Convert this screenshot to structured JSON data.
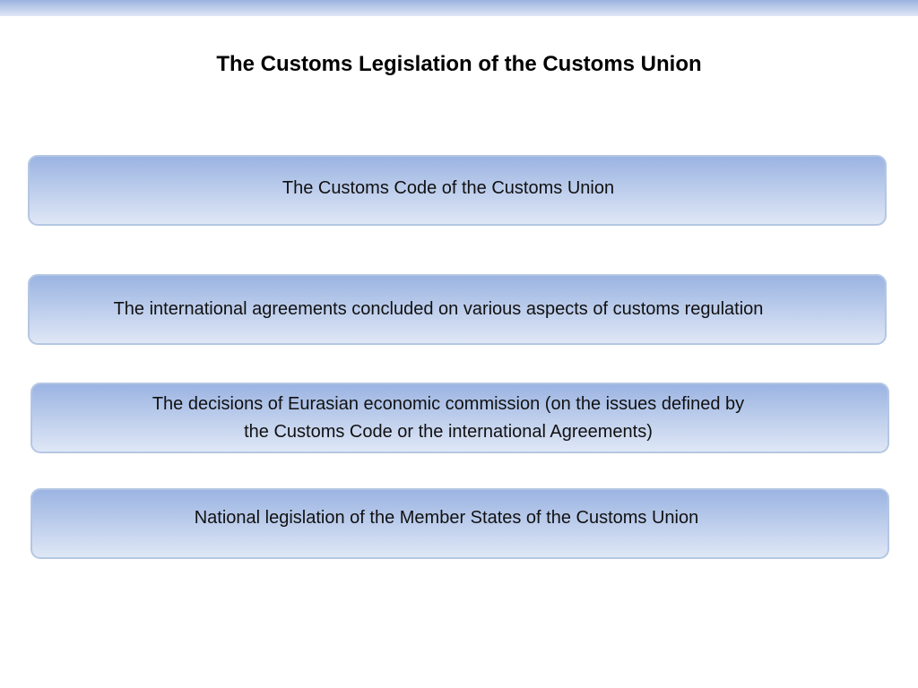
{
  "title": "The Customs Legislation of the Customs Union",
  "colors": {
    "box_top": "#9bb4e2",
    "box_bottom": "#dfe7f6",
    "border": "#b4c7e3"
  },
  "boxes": [
    {
      "text": "The Customs Code of the Customs Union"
    },
    {
      "text": "The international agreements concluded on various aspects of customs regulation"
    },
    {
      "line1": "The decisions of Eurasian economic commission  (on the issues defined by",
      "line2": "the Customs Code or the international Agreements)"
    },
    {
      "text": "National legislation of the Member States of the Customs Union"
    }
  ]
}
